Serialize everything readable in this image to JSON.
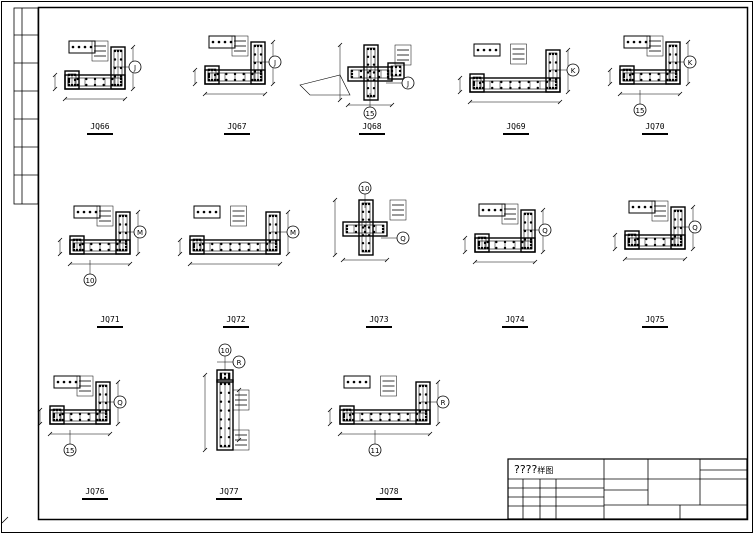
{
  "drawing": {
    "labels": [
      "JQ66",
      "JQ67",
      "JQ68",
      "JQ69",
      "JQ70",
      "JQ71",
      "JQ72",
      "JQ73",
      "JQ74",
      "JQ75",
      "JQ76",
      "JQ77",
      "JQ78"
    ],
    "axis_letters": [
      "J",
      "J",
      "J",
      "K",
      "K",
      "M",
      "M",
      "Q",
      "Q",
      "Q",
      "Q",
      "R",
      "R"
    ],
    "axis_numbers": [
      "15",
      "15",
      "10",
      "10",
      "15",
      "10",
      "11"
    ],
    "title_block": {
      "title": "????",
      "title_suffix": "样图"
    }
  }
}
